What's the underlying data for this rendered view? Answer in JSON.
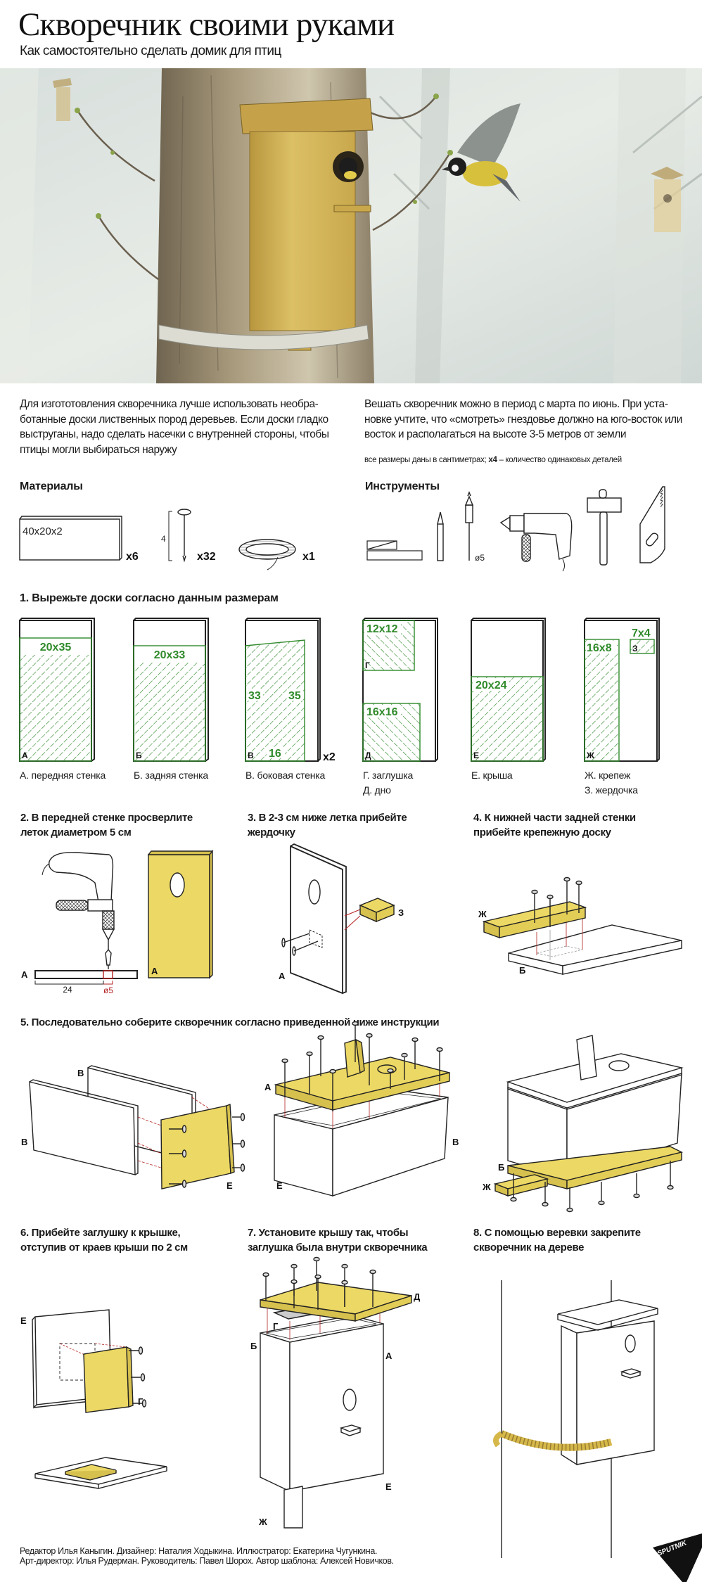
{
  "header": {
    "title": "Скворечник своими руками",
    "subtitle": "Как самостоятельно сделать домик для птиц"
  },
  "intro": {
    "left": "Для изгототовления скворечника лучше использовать необра-ботанные доски лиственных пород деревьев. Если доски гладко выструганы, надо сделать насечки с внутренней стороны, чтобы птицы могли выбираться наружу",
    "right": "Вешать скворечник можно в период с марта по июнь. При уста-новке учтите, что «смотреть» гнездовье должно на юго-восток или восток и располагаться на высоте 3-5 метров от земли",
    "note_prefix": "все размеры даны в сантиметрах; ",
    "note_bold": "x4",
    "note_suffix": " – количество одинаковых деталей"
  },
  "materials": {
    "heading": "Материалы",
    "board_size": "40x20x2",
    "board_qty": "x6",
    "nail_length": "4",
    "nail_qty": "x32",
    "rope_qty": "x1"
  },
  "tools": {
    "heading": "Инструменты",
    "bit_diameter": "ø5"
  },
  "step1": {
    "heading": "1. Вырежьте доски согласно данным размерам",
    "a": {
      "dim": "20x35",
      "letter": "А",
      "caption": "А. передняя стенка"
    },
    "b": {
      "dim": "20x33",
      "letter": "Б",
      "caption": "Б. задняя стенка"
    },
    "v": {
      "left": "33",
      "right": "35",
      "bottom": "16",
      "letter": "В",
      "caption": "В. боковая стенка",
      "qty": "x2"
    },
    "g": {
      "dim": "12x12",
      "letter": "Г",
      "caption": "Г. заглушка"
    },
    "d": {
      "dim": "16x16",
      "letter": "Д",
      "caption": "Д. дно"
    },
    "e": {
      "dim": "20x24",
      "letter": "Е",
      "caption": "Е. крыша"
    },
    "zh": {
      "dim": "16x8",
      "letter": "Ж",
      "caption": "Ж. крепеж"
    },
    "z": {
      "dim": "7x4",
      "letter": "З",
      "caption": "З. жердочка"
    }
  },
  "step2": {
    "heading": "2. В передней стенке просверлите\nлеток диаметром 5 см",
    "label_a": "А",
    "label_a2": "А",
    "offset": "24",
    "diameter": "ø5"
  },
  "step3": {
    "heading": "3. В 2-3 см ниже летка прибейте\nжердочку",
    "label_a": "А",
    "label_z": "З"
  },
  "step4": {
    "heading": "4. К нижней части задней стенки\nприбейте крепежную доску",
    "label_zh": "Ж",
    "label_b": "Б"
  },
  "step5": {
    "heading": "5. Последовательно соберите скворечник согласно приведенной ниже инструкции",
    "l1": "В",
    "l2": "В",
    "l3": "Е",
    "l4": "А",
    "l5": "В",
    "l6": "Е",
    "l7": "Б",
    "l8": "Ж"
  },
  "step6": {
    "heading": "6. Прибейте заглушку к крышке,\nотступив от краев крыши по 2 см",
    "label_e": "Е",
    "label_g": "Г"
  },
  "step7": {
    "heading": "7. Установите крышу так, чтобы\nзаглушка была внутри скворечника",
    "label_d": "Д",
    "label_g": "Г",
    "label_b": "Б",
    "label_a": "А",
    "label_e": "Е",
    "label_zh": "Ж"
  },
  "step8": {
    "heading": "8. С помощью веревки закрепите\nскворечник на дереве"
  },
  "footer": {
    "credits": "Редактор Илья Каныгин. Дизайнер: Наталия Ходыкина. Иллюстратор: Екатерина Чугункина.\nАрт-директор: Илья Рудерман. Руководитель: Павел Шорох. Автор шаблона: Алексей Новичков.",
    "logo": "SPUTNIK"
  },
  "colors": {
    "green": "#2f8a2a",
    "yellow": "#ecd864",
    "red": "#b32020"
  }
}
